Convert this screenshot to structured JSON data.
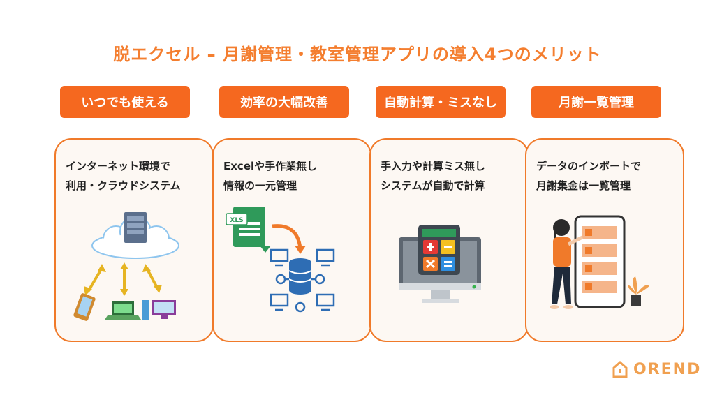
{
  "title": "脱エクセル – 月謝管理・教室管理アプリの導入4つのメリット",
  "cards": [
    {
      "heading": "いつでも使える",
      "lines": [
        "インターネット環境で",
        "利用・クラウドシステム"
      ]
    },
    {
      "heading": "効率の大幅改善",
      "lines": [
        "Excelや手作業無し",
        "情報の一元管理"
      ],
      "icon_label": "XLS"
    },
    {
      "heading": "自動計算・ミスなし",
      "lines": [
        "手入力や計算ミス無し",
        "システムが自動で計算"
      ]
    },
    {
      "heading": "月謝一覧管理",
      "lines": [
        "データのインポートで",
        "月謝集金は一覧管理"
      ]
    }
  ],
  "logo": {
    "text": "OREND"
  },
  "colors": {
    "accent": "#f5681f",
    "title": "#f47e2f",
    "card_bg": "#fdf8f3",
    "logo": "#f0a050"
  },
  "icons": [
    "cloud-server-icon",
    "excel-database-icon",
    "calculator-monitor-icon",
    "woman-smartphone-icon",
    "house-logo-icon"
  ]
}
